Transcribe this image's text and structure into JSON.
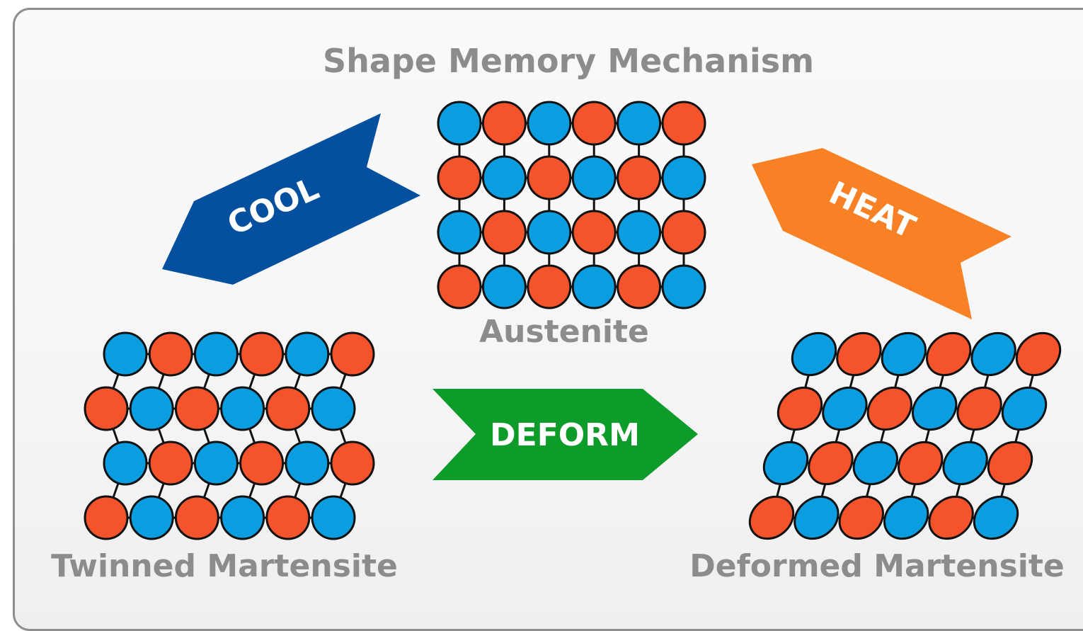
{
  "title": "Shape Memory Mechanism",
  "phases": {
    "austenite": "Austenite",
    "twinned": "Twinned Martensite",
    "deformed": "Deformed Martensite"
  },
  "arrows": {
    "cool": "COOL",
    "heat": "HEAT",
    "deform": "DEFORM"
  },
  "colors": {
    "blue_atom": "#0a9de0",
    "red_atom": "#f5532c",
    "cool_arrow": "#04509f",
    "heat_arrow": "#f88125",
    "deform_arrow": "#0d9b2a",
    "label_gray": "#8c8c8c",
    "bond": "#111111"
  },
  "lattices": {
    "austenite": {
      "rows": [
        [
          "blue",
          "red",
          "blue",
          "red",
          "blue",
          "red"
        ],
        [
          "red",
          "blue",
          "red",
          "blue",
          "red",
          "blue"
        ],
        [
          "blue",
          "red",
          "blue",
          "red",
          "blue",
          "red"
        ],
        [
          "red",
          "blue",
          "red",
          "blue",
          "red",
          "blue"
        ]
      ]
    },
    "twinned": {
      "rows": [
        [
          "blue",
          "red",
          "blue",
          "red",
          "blue",
          "red"
        ],
        [
          "red",
          "blue",
          "red",
          "blue",
          "red",
          "blue"
        ],
        [
          "blue",
          "red",
          "blue",
          "red",
          "blue",
          "red"
        ],
        [
          "red",
          "blue",
          "red",
          "blue",
          "red",
          "blue"
        ]
      ]
    },
    "deformed": {
      "rows": [
        [
          "blue",
          "red",
          "blue",
          "red",
          "blue",
          "red"
        ],
        [
          "red",
          "blue",
          "red",
          "blue",
          "red",
          "blue"
        ],
        [
          "blue",
          "red",
          "blue",
          "red",
          "blue",
          "red"
        ],
        [
          "red",
          "blue",
          "red",
          "blue",
          "red",
          "blue"
        ]
      ]
    }
  }
}
